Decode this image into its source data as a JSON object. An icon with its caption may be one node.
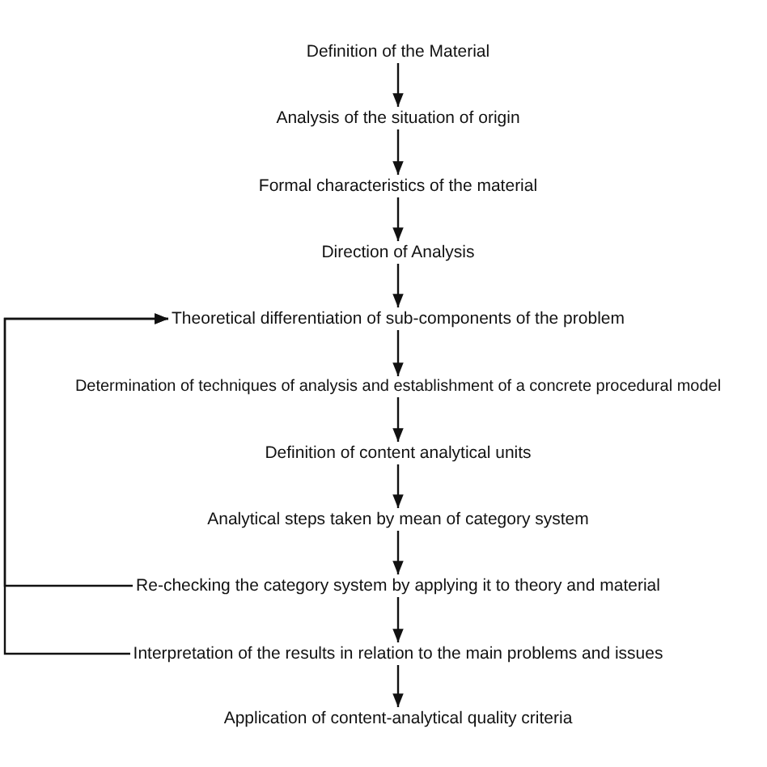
{
  "diagram": {
    "nodes": [
      {
        "text": [
          "Definition of the Material"
        ]
      },
      {
        "text": [
          "Analysis of the situation of origin"
        ]
      },
      {
        "text": [
          "Formal characteristics of the material"
        ]
      },
      {
        "text": [
          "Direction of Analysis"
        ]
      },
      {
        "text": [
          "Theoretical differentiation of sub-components of the problem"
        ]
      },
      {
        "text": [
          "Determination of techniques of analysis and establishment of a concrete procedural model"
        ]
      },
      {
        "text": [
          "Definition of content analytical units"
        ]
      },
      {
        "text": [
          "Analytical steps taken by mean of category system"
        ]
      },
      {
        "text": [
          "Re-checking the category system by applying it to theory and material"
        ]
      },
      {
        "text": [
          "Interpretation of the results in relation to the main problems and issues"
        ]
      },
      {
        "text": [
          "Application of content-analytical quality criteria"
        ]
      }
    ],
    "edges": [
      {
        "from": 0,
        "to": 1,
        "arrow": "to"
      },
      {
        "from": 1,
        "to": 2,
        "arrow": "to"
      },
      {
        "from": 2,
        "to": 3,
        "arrow": "to"
      },
      {
        "from": 3,
        "to": 4,
        "arrow": "to"
      },
      {
        "from": 4,
        "to": 5,
        "arrow": "to"
      },
      {
        "from": 5,
        "to": 6,
        "arrow": "to"
      },
      {
        "from": 6,
        "to": 7,
        "arrow": "to"
      },
      {
        "from": 7,
        "to": 8,
        "arrow": "to"
      },
      {
        "from": 8,
        "to": 9,
        "arrow": "to"
      },
      {
        "from": 9,
        "to": 10,
        "arrow": "to"
      },
      {
        "from": 8,
        "to": 4,
        "arrow": "to"
      },
      {
        "from": 9,
        "to": 4,
        "arrow": "to"
      }
    ]
  }
}
